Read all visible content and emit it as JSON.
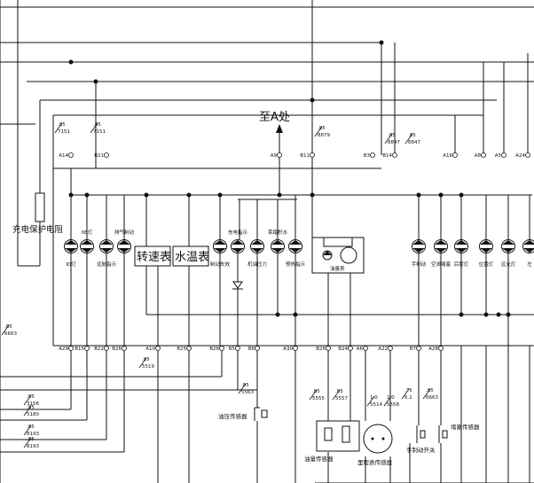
{
  "labels": {
    "to_a": "至A处",
    "charge_protect": "充电保护电阻",
    "tachometer": "转速表",
    "water_temp_gauge": "水温表",
    "fuel_gauge": "油量表",
    "oil_pressure_sensor": "油压传感器",
    "fuel_sensor": "油量传感器",
    "odometer_sensor": "里程表传感器",
    "handbrake_switch": "手制动开关",
    "clog_sensor": "堵塞传感器"
  },
  "lamps": [
    {
      "label": "ID灯"
    },
    {
      "label": "0B灯"
    },
    {
      "label": "远航指示"
    },
    {
      "label": "排气制动"
    },
    {
      "label": "制动失效"
    },
    {
      "label": "充电指示"
    },
    {
      "label": "机油压力"
    },
    {
      "label": "菜踏积水"
    },
    {
      "label": "预热指示"
    },
    {
      "label": "手制动"
    },
    {
      "label": "空滤堵塞"
    },
    {
      "label": "后雾灯"
    },
    {
      "label": "位置灯"
    },
    {
      "label": "远光灯"
    },
    {
      "label": "左"
    }
  ],
  "wire_tags": [
    {
      "gauge": ".85",
      "code": "7151"
    },
    {
      "gauge": ".85",
      "code": "7151"
    },
    {
      "gauge": ".85",
      "code": "8879"
    },
    {
      "gauge": ".85",
      "code": "8847"
    },
    {
      "gauge": ".85",
      "code": "8847"
    },
    {
      "gauge": ".85",
      "code": "6663"
    },
    {
      "gauge": ".85",
      "code": "5519"
    },
    {
      "gauge": ".85",
      "code": "5563"
    },
    {
      "gauge": ".85",
      "code": "5555"
    },
    {
      "gauge": ".85",
      "code": "5557"
    },
    {
      "gauge": "1.0",
      "code": "5514"
    },
    {
      "gauge": "1.0",
      "code": "5558"
    },
    {
      "gauge": ".75",
      "code": "6.1"
    },
    {
      "gauge": ".85",
      "code": "6663"
    },
    {
      "gauge": ".85",
      "code": "3156"
    },
    {
      "gauge": ".85",
      "code": "5180"
    },
    {
      "gauge": ".85",
      "code": "8193"
    },
    {
      "gauge": ".85",
      "code": "8193"
    }
  ],
  "pins": {
    "top": [
      "A14",
      "B21",
      "A9",
      "B11",
      "B3",
      "B14",
      "A16",
      "A8",
      "A5",
      "A24"
    ],
    "bottom": [
      "A29",
      "B15",
      "B22",
      "B26",
      "A10",
      "B25",
      "B28",
      "B5",
      "B6",
      "A30",
      "B26",
      "B24",
      "A6",
      "A22",
      "B7",
      "A28"
    ]
  }
}
